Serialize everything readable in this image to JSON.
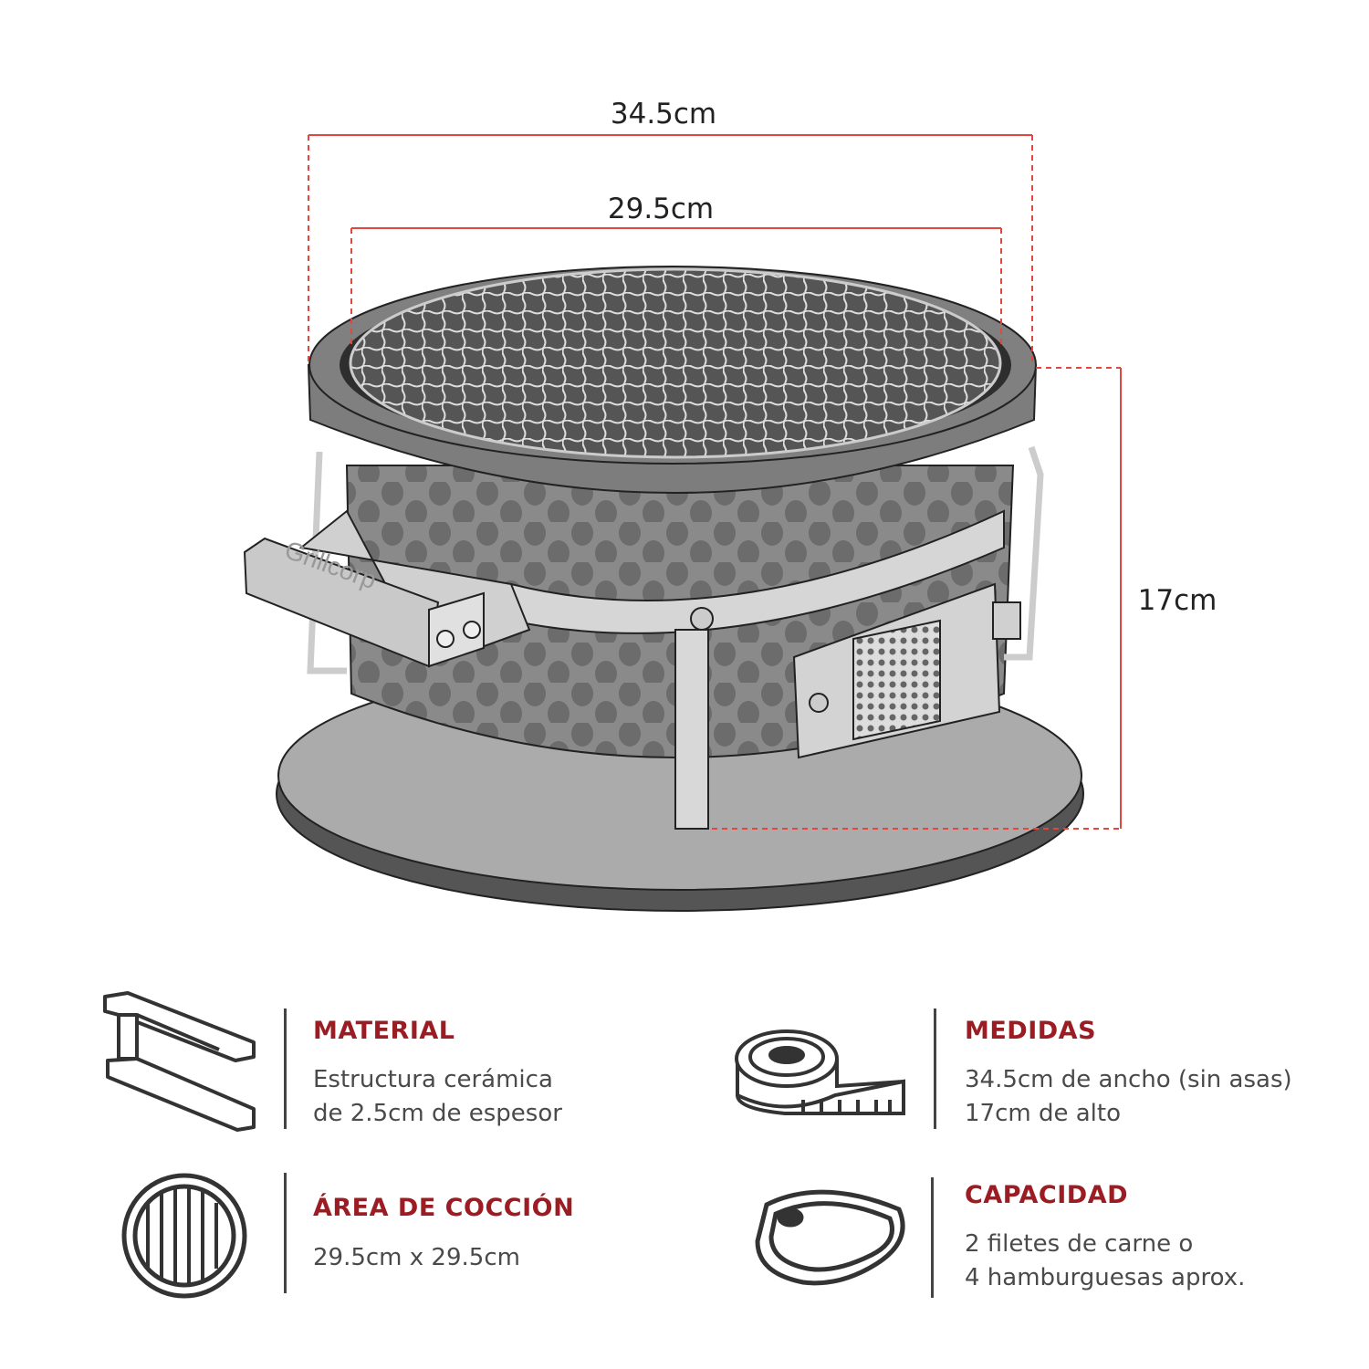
{
  "dimensions": {
    "outer_width": "34.5cm",
    "grill_width": "29.5cm",
    "height": "17cm"
  },
  "product": {
    "brand_on_handle": "Grillcorp"
  },
  "specs": [
    {
      "icon": "i-beam-icon",
      "title": "MATERIAL",
      "lines": [
        "Estructura cerámica",
        "de 2.5cm de espesor"
      ]
    },
    {
      "icon": "tape-measure-icon",
      "title": "MEDIDAS",
      "lines": [
        "34.5cm de ancho (sin asas)",
        "17cm de alto"
      ]
    },
    {
      "icon": "grill-grate-icon",
      "title": "ÁREA DE COCCIÓN",
      "lines": [
        "29.5cm x 29.5cm"
      ]
    },
    {
      "icon": "steak-icon",
      "title": "CAPACIDAD",
      "lines": [
        "2 filetes de carne o",
        "4 hamburguesas aprox."
      ]
    }
  ],
  "colors": {
    "accent": "#9b1c22",
    "dimension_line": "#e2463f",
    "text": "#4a4a4a"
  }
}
